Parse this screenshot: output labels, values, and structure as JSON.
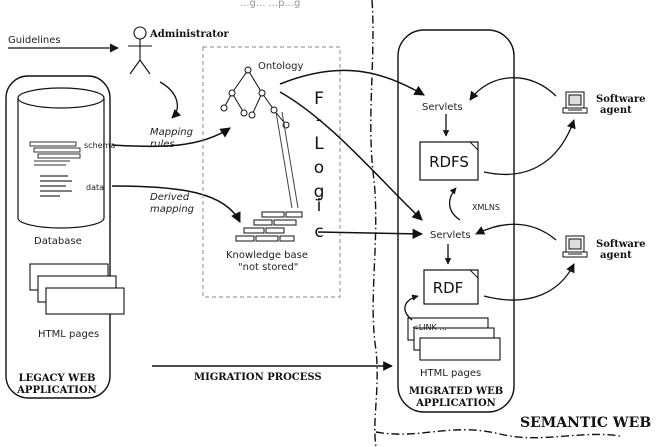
{
  "caption_fragment": "...g... ...p...g",
  "legacy": {
    "guidelines": "Guidelines",
    "administrator": "Administrator",
    "schema": "schema",
    "data": "data",
    "mapping_rules_1": "Mapping",
    "mapping_rules_2": "rules",
    "derived_mapping_1": "Derived",
    "derived_mapping_2": "mapping",
    "database": "Database",
    "html_pages": "HTML pages",
    "app_title_1": "LEGACY WEB",
    "app_title_2": "APPLICATION"
  },
  "middle": {
    "ontology": "Ontology",
    "flogic_letters": [
      "F",
      "-",
      "L",
      "o",
      "g",
      "i",
      "c"
    ],
    "kb_1": "Knowledge base",
    "kb_2": "\"not stored\""
  },
  "migration_process": "MIGRATION PROCESS",
  "migrated": {
    "servlets_top": "Servlets",
    "rdfs": "RDFS",
    "xmlns": "XMLNS",
    "servlets_bottom": "Servlets",
    "rdf": "RDF",
    "link": "<LINK ...",
    "html_pages": "HTML pages",
    "app_title_1": "MIGRATED WEB",
    "app_title_2": "APPLICATION"
  },
  "agents": {
    "agent_1_line1": "Software",
    "agent_1_line2": "agent",
    "agent_2_line1": "Software",
    "agent_2_line2": "agent"
  },
  "semantic_web": "SEMANTIC WEB"
}
